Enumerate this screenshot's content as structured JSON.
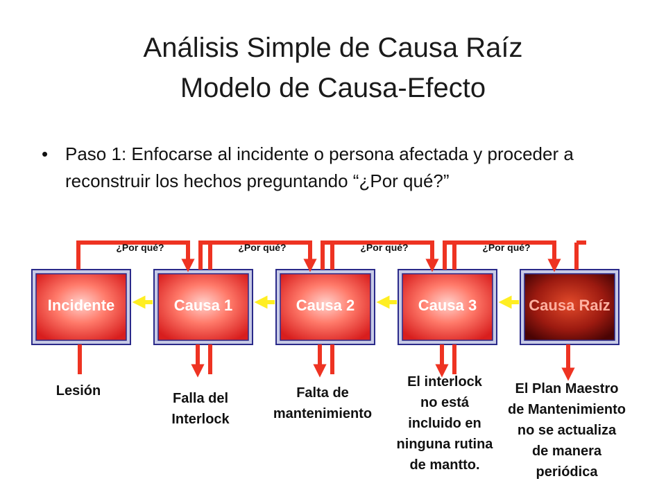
{
  "slide": {
    "title_line1": "Análisis Simple de Causa Raíz",
    "title_line2": "Modelo de Causa-Efecto",
    "bullet": "Paso 1: Enfocarse al incidente o persona afectada y proceder a reconstruir los hechos preguntando “¿Por qué?”"
  },
  "diagram": {
    "question_label": "¿Por qué?",
    "boxes": [
      {
        "label": "Incidente"
      },
      {
        "label": "Causa 1"
      },
      {
        "label": "Causa 2"
      },
      {
        "label": "Causa 3"
      },
      {
        "label": "Causa Raíz"
      }
    ],
    "effects": [
      {
        "lines": [
          "Lesión"
        ]
      },
      {
        "lines": [
          "Falla del",
          "Interlock"
        ]
      },
      {
        "lines": [
          "Falta de",
          "mantenimiento"
        ]
      },
      {
        "lines": [
          "El interlock",
          "no está",
          "incluido en",
          "ninguna rutina",
          "de mantto."
        ]
      },
      {
        "lines": [
          "El Plan Maestro",
          "de Mantenimiento",
          "no se actualiza",
          "de manera",
          "periódica"
        ]
      }
    ],
    "colors": {
      "arrow_red": "#ee3322",
      "arrow_yellow": "#ffee22",
      "box_border": "#2a2a8a",
      "box_frame": "#c8cbe6"
    }
  }
}
